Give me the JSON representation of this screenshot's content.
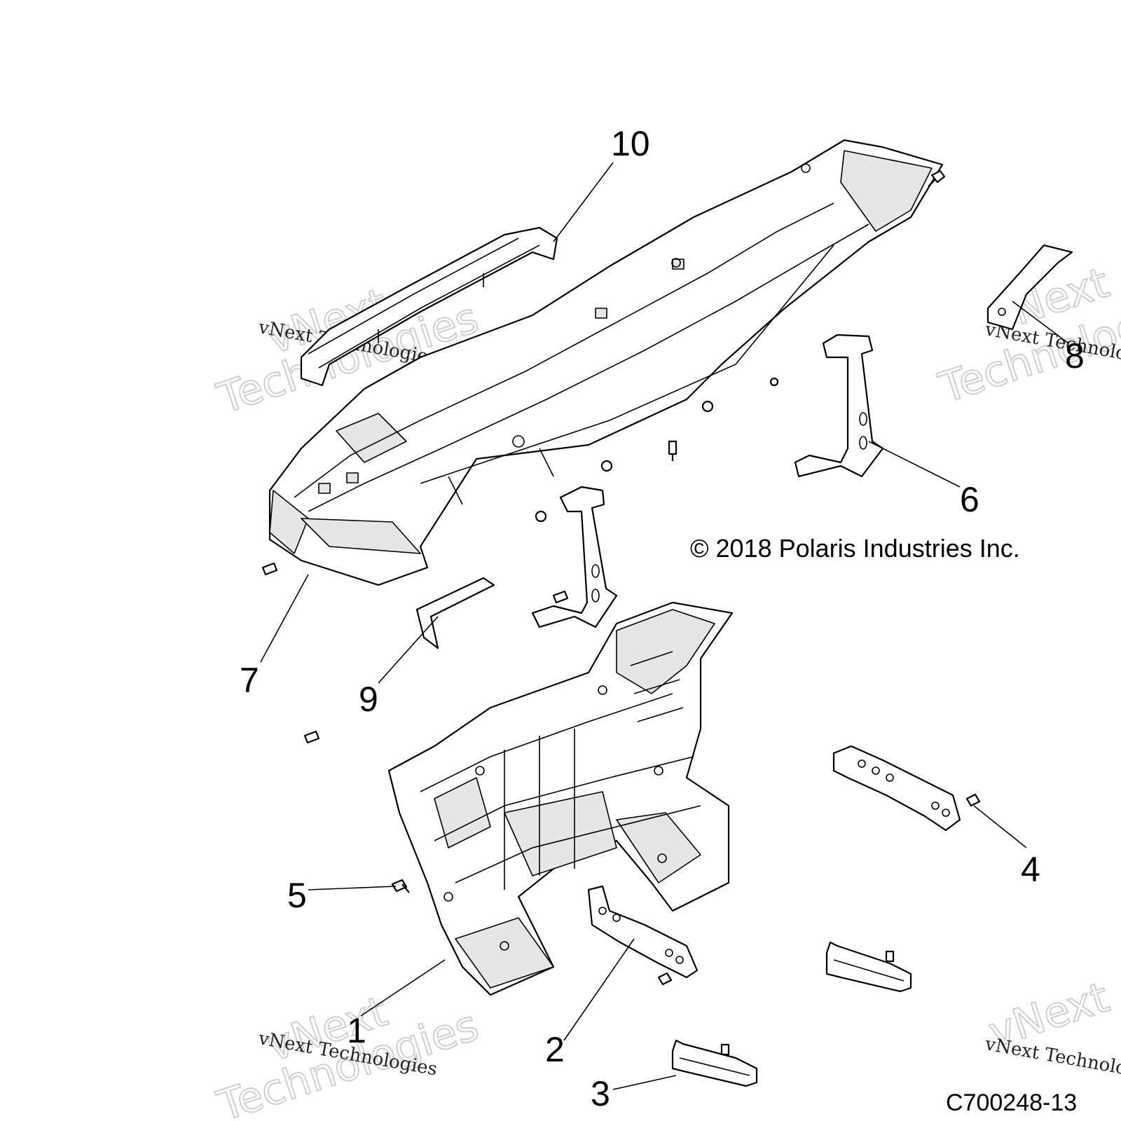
{
  "callouts": [
    "1",
    "2",
    "3",
    "4",
    "5",
    "6",
    "7",
    "8",
    "9",
    "10"
  ],
  "copyright": "© 2018 Polaris Industries Inc.",
  "drawing_code": "C700248-13",
  "watermark": {
    "line1": "vNext Technologies",
    "word1": "vNext",
    "word2": "Technologies"
  }
}
